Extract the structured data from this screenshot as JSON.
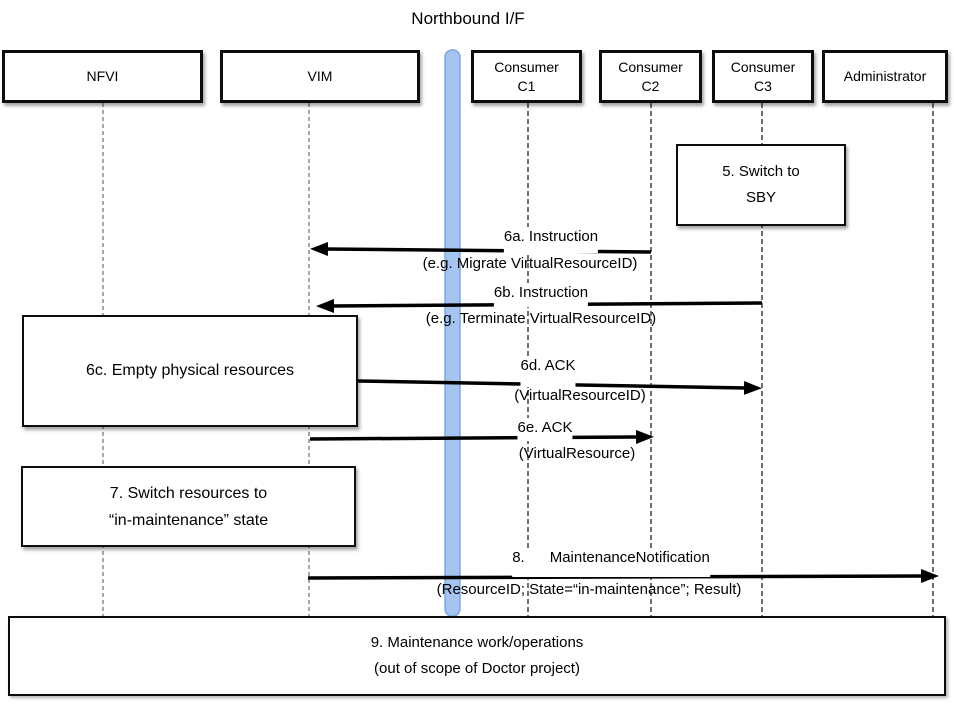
{
  "title": "Northbound I/F",
  "colors": {
    "bar_fill": "#A6C4F0",
    "bar_border": "#7FA8E0",
    "arrow": "#000000"
  },
  "actors": [
    {
      "label": "NFVI"
    },
    {
      "label": "VIM"
    },
    {
      "line1": "Consumer",
      "line2": "C1"
    },
    {
      "line1": "Consumer",
      "line2": "C2"
    },
    {
      "line1": "Consumer",
      "line2": "C3"
    },
    {
      "label": "Administrator"
    }
  ],
  "steps": [
    {
      "lines": [
        "5. Switch to",
        "SBY"
      ]
    },
    {
      "lines": [
        "6c. Empty physical resources"
      ]
    },
    {
      "lines": [
        "7. Switch resources to",
        "“in-maintenance” state"
      ]
    },
    {
      "lines": [
        "9. Maintenance work/operations",
        "(out of scope of Doctor project)"
      ]
    }
  ],
  "messages": [
    {
      "title": "6a. Instruction",
      "detail": "(e.g. Migrate VirtualResourceID)"
    },
    {
      "title": "6b. Instruction",
      "detail": "(e.g. Terminate VirtualResourceID)"
    },
    {
      "title": "6d. ACK",
      "detail": "(VirtualResourceID)"
    },
    {
      "title": "6e. ACK",
      "detail": "(VirtualResource)"
    },
    {
      "title": "8.      MaintenanceNotification",
      "detail": "(ResourceID; State=“in-maintenance”; Result)"
    }
  ]
}
